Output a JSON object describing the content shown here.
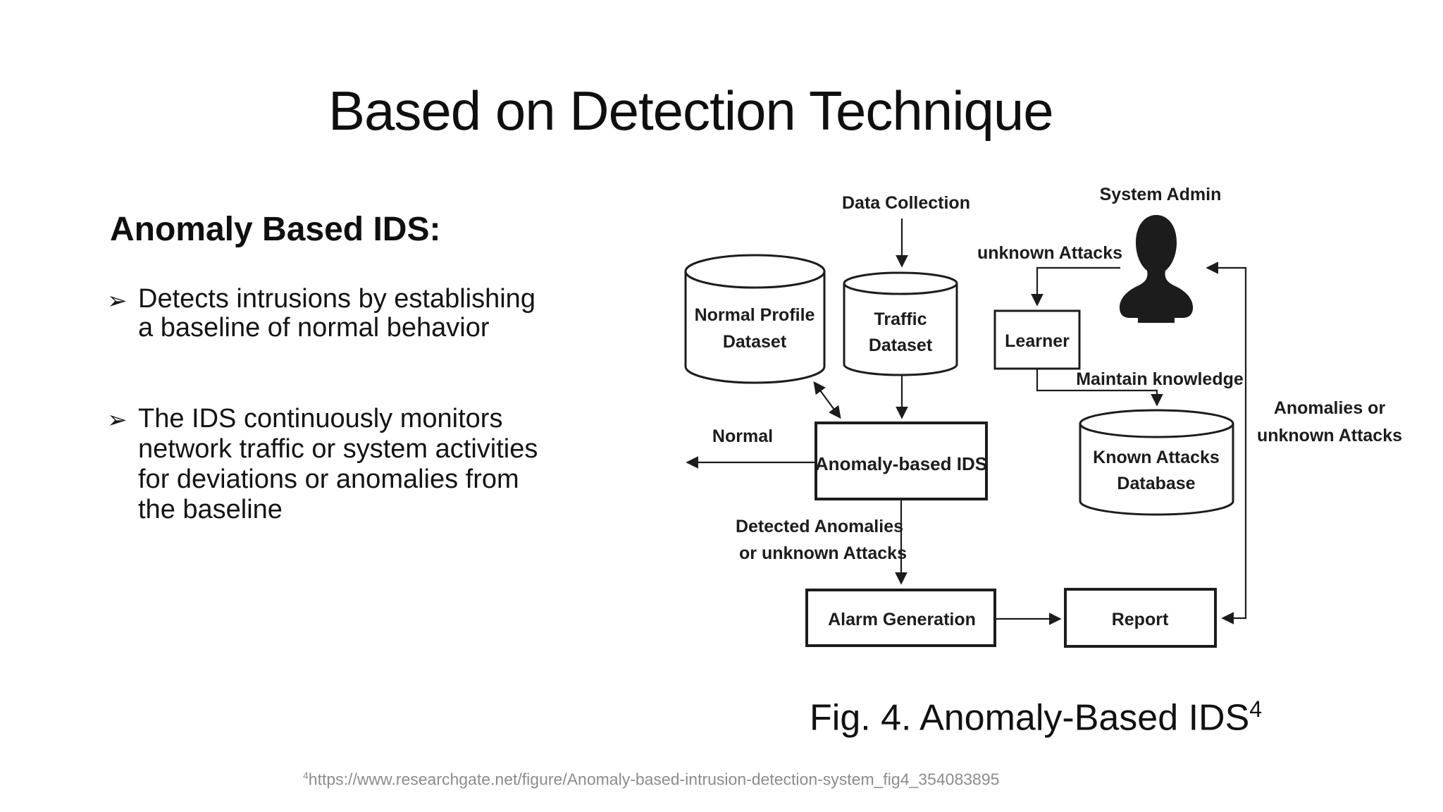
{
  "slide": {
    "title": "Based on Detection Technique",
    "heading": "Anomaly Based IDS:",
    "bullet_marker": "➢",
    "bullets": [
      {
        "lines": [
          "Detects intrusions by establishing",
          "a baseline of normal behavior"
        ]
      },
      {
        "lines": [
          "The IDS continuously monitors",
          "network traffic or system activities",
          "for deviations or anomalies from",
          "the baseline"
        ]
      }
    ],
    "caption": {
      "text": "Fig. 4. Anomaly-Based IDS",
      "superscript": "4"
    },
    "footer": {
      "superscript": "4",
      "url": "https://www.researchgate.net/figure/Anomaly-based-intrusion-detection-system_fig4_354083895"
    }
  },
  "diagram": {
    "nodes": {
      "normal_profile_line1": "Normal Profile",
      "normal_profile_line2": "Dataset",
      "traffic_line1": "Traffic",
      "traffic_line2": "Dataset",
      "known_attacks_line1": "Known Attacks",
      "known_attacks_line2": "Database",
      "learner": "Learner",
      "anomaly_ids": "Anomaly-based IDS",
      "alarm_generation": "Alarm Generation",
      "report": "Report"
    },
    "labels": {
      "data_collection": "Data Collection",
      "system_admin": "System Admin",
      "unknown_attacks": "unknown Attacks",
      "maintain_knowledge": "Maintain knowledge",
      "normal": "Normal",
      "detected_anomalies_line1": "Detected Anomalies",
      "detected_anomalies_line2": "or unknown Attacks",
      "anomalies_line1": "Anomalies or",
      "anomalies_line2": "unknown Attacks"
    },
    "colors": {
      "ink": "#1c1c1c",
      "background": "#ffffff",
      "footer_gray": "#8c8c8c"
    }
  }
}
